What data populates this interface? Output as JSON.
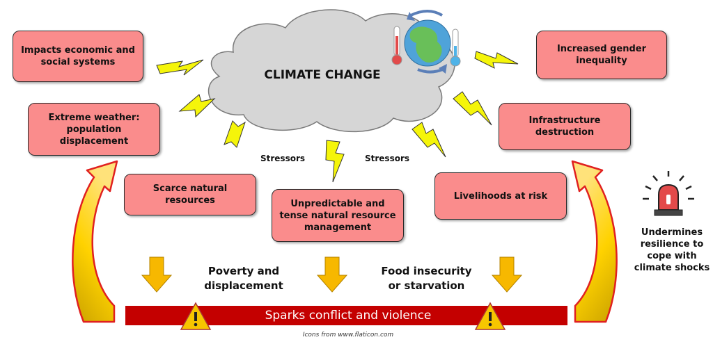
{
  "center": {
    "title": "CLIMATE CHANGE"
  },
  "boxes": {
    "economic": "Impacts economic and\nsocial systems",
    "weather": "Extreme weather:\npopulation\ndisplacement",
    "gender": "Increased gender\ninequality",
    "infrastructure": "Infrastructure\ndestruction",
    "scarce": "Scarce natural\nresources",
    "unpredictable": "Unpredictable and\ntense natural resource\nmanagement",
    "livelihoods": "Livelihoods at risk"
  },
  "stressors": {
    "left": "Stressors",
    "right": "Stressors"
  },
  "outcomes": {
    "poverty": "Poverty and\ndisplacement",
    "food": "Food insecurity\nor starvation"
  },
  "bar": {
    "text": "Sparks conflict and violence"
  },
  "alarm": {
    "text": "Undermines\nresilience to\ncope with\nclimate shocks"
  },
  "credit": "Icons from www.flaticon.com",
  "colors": {
    "box_fill": "#fa8c8c",
    "bar_fill": "#c40000",
    "arrow_fill": "#f7c600",
    "bolt_fill": "#f5f50a"
  }
}
